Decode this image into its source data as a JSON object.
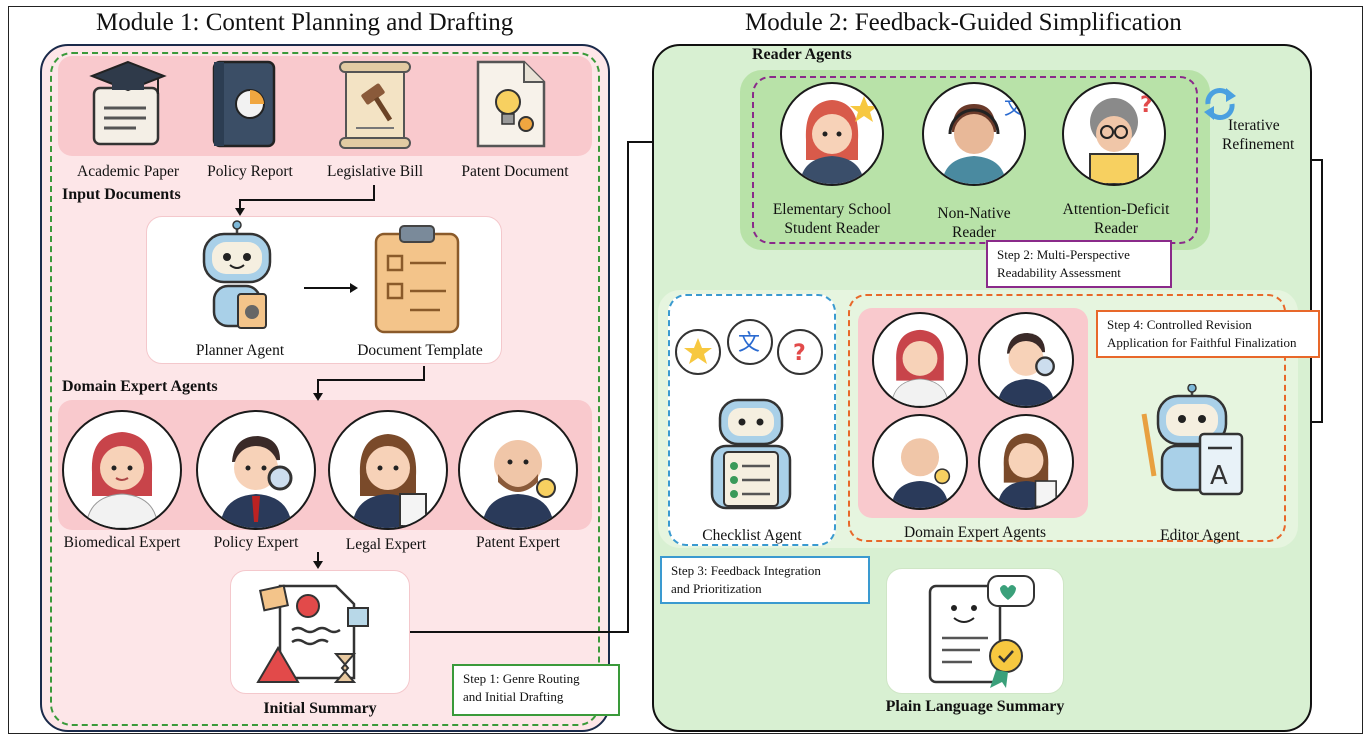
{
  "module1": {
    "title": "Module 1: Content Planning and Drafting",
    "input_documents_label": "Input Documents",
    "documents": [
      "Academic Paper",
      "Policy Report",
      "Legislative Bill",
      "Patent Document"
    ],
    "planner_label": "Planner Agent",
    "template_label": "Document Template",
    "domain_experts_label": "Domain Expert Agents",
    "experts": [
      "Biomedical Expert",
      "Policy Expert",
      "Legal Expert",
      "Patent Expert"
    ],
    "initial_summary_label": "Initial Summary",
    "step1": [
      "Step 1: Genre Routing",
      "and Initial Drafting"
    ]
  },
  "module2": {
    "title": "Module 2: Feedback-Guided Simplification",
    "reader_agents_label": "Reader Agents",
    "readers": [
      [
        "Elementary School",
        "Student Reader"
      ],
      [
        "Non-Native",
        "Reader"
      ],
      [
        "Attention-Deficit",
        "Reader"
      ]
    ],
    "iterative": [
      "Iterative",
      "Refinement"
    ],
    "step2": [
      "Step 2: Multi-Perspective",
      "Readability Assessment"
    ],
    "checklist_label": "Checklist Agent",
    "domain_experts_label": "Domain Expert Agents",
    "editor_label": "Editor Agent",
    "step3": [
      "Step 3: Feedback Integration",
      "and Prioritization"
    ],
    "step4": [
      "Step 4: Controlled Revision",
      "Application for Faithful Finalization"
    ],
    "plain_summary_label": "Plain Language Summary"
  },
  "colors": {
    "module1_bg": "#fde6e8",
    "module2_bg": "#d8f0d2",
    "band_pink": "#f9c9cd",
    "step1_border": "#3a9a3a",
    "step2_border": "#8a2a8a",
    "step3_border": "#3a9ad0",
    "step4_border": "#e8682a"
  },
  "icons": [
    "graduation-cap-icon",
    "policy-book-icon",
    "gavel-scroll-icon",
    "lightbulb-document-icon",
    "robot-icon",
    "clipboard-icon",
    "doctor-avatar",
    "businessman-avatar",
    "lawyer-avatar",
    "patent-expert-avatar",
    "summary-document-icon",
    "student-avatar",
    "headset-avatar",
    "elderly-reader-avatar",
    "refresh-icon",
    "editor-robot-icon",
    "certificate-document-icon"
  ]
}
